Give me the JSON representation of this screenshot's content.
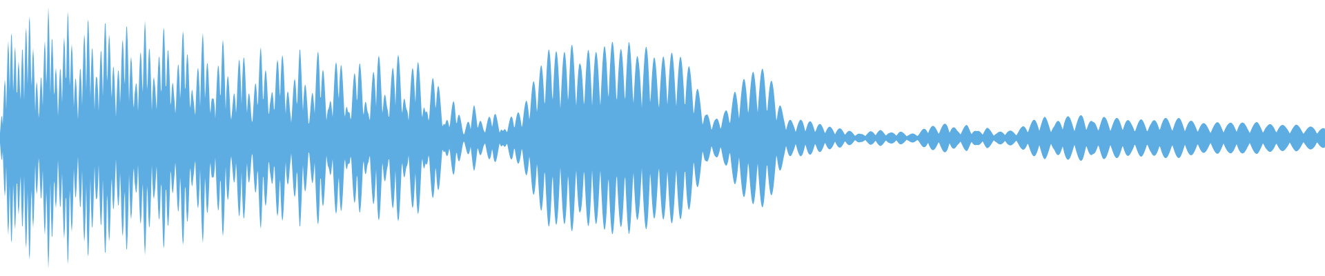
{
  "waveform": {
    "color": "#5dade2",
    "background": "#ffffff",
    "peaks": [
      0.05,
      0.85,
      0.55,
      0.95,
      0.3,
      0.98,
      0.4,
      0.96,
      0.35,
      0.95,
      0.45,
      0.93,
      0.4,
      0.9,
      0.38,
      0.88,
      0.42,
      0.86,
      0.35,
      0.84,
      0.3,
      0.8,
      0.28,
      0.76,
      0.25,
      0.72,
      0.22,
      0.7,
      0.3,
      0.72,
      0.25,
      0.68,
      0.2,
      0.72,
      0.22,
      0.7,
      0.18,
      0.66,
      0.2,
      0.7,
      0.25,
      0.72,
      0.22,
      0.7,
      0.18,
      0.55,
      0.1,
      0.3,
      0.05,
      0.25,
      0.08,
      0.22,
      0.05,
      0.18,
      0.2,
      0.4,
      0.55,
      0.7,
      0.6,
      0.72,
      0.55,
      0.68,
      0.62,
      0.75,
      0.65,
      0.72,
      0.6,
      0.7,
      0.55,
      0.65,
      0.62,
      0.58,
      0.4,
      0.18,
      0.14,
      0.2,
      0.35,
      0.45,
      0.5,
      0.52,
      0.4,
      0.18,
      0.12,
      0.14,
      0.12,
      0.1,
      0.08,
      0.07,
      0.05,
      0.03,
      0.05,
      0.06,
      0.04,
      0.05,
      0.03,
      0.04,
      0.1,
      0.08,
      0.12,
      0.06,
      0.1,
      0.05,
      0.08,
      0.04,
      0.06,
      0.05,
      0.1,
      0.14,
      0.16,
      0.1,
      0.18,
      0.14,
      0.18,
      0.12,
      0.16,
      0.14,
      0.16,
      0.12,
      0.14,
      0.12,
      0.16,
      0.14,
      0.15,
      0.13,
      0.12,
      0.1,
      0.12,
      0.11,
      0.13,
      0.1,
      0.12,
      0.1,
      0.11,
      0.09,
      0.1,
      0.08,
      0.09,
      0.07
    ]
  }
}
